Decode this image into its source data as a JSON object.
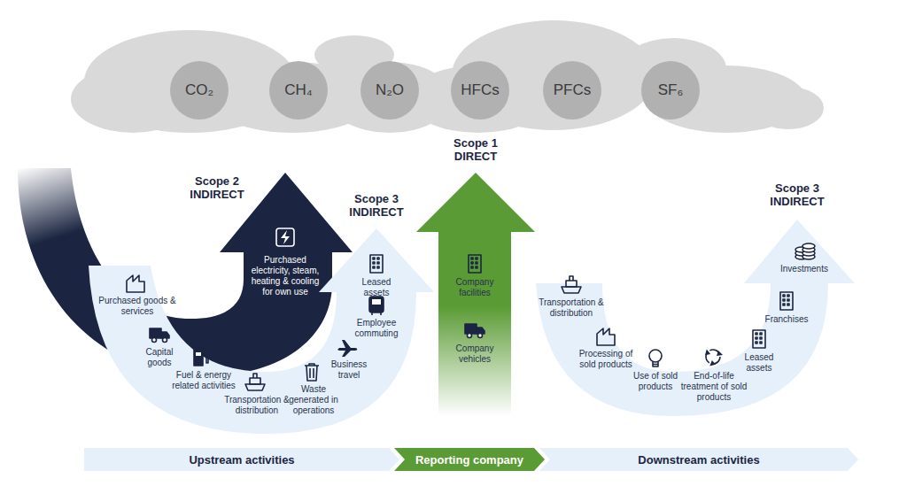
{
  "diagram": {
    "nodes": [
      {
        "text": [
          "CO₂"
        ]
      },
      {
        "text": [
          "CH₄"
        ]
      },
      {
        "text": [
          "N₂O"
        ]
      },
      {
        "text": [
          "HFCs"
        ]
      },
      {
        "text": [
          "PFCs"
        ]
      },
      {
        "text": [
          "SF₆"
        ]
      },
      {
        "text": [
          "Upstream activities"
        ]
      },
      {
        "text": [
          "Reporting company"
        ]
      },
      {
        "text": [
          "Downstream activities"
        ]
      }
    ],
    "labels": [
      "Scope 2 INDIRECT",
      "Scope 3 INDIRECT",
      "Scope 1 DIRECT",
      "Scope 3 INDIRECT",
      "Purchased electricity, steam, heating & cooling for own use",
      "Purchased goods & services",
      "Capital goods",
      "Fuel & energy related activities",
      "Transportation & distribution",
      "Waste generated in operations",
      "Business travel",
      "Employee commuting",
      "Leased assets",
      "Company facilities",
      "Company vehicles",
      "Transportation & distribution",
      "Processing of sold products",
      "Use of sold products",
      "End-of-life treatment of sold products",
      "Leased assets",
      "Franchises",
      "Investments"
    ]
  }
}
